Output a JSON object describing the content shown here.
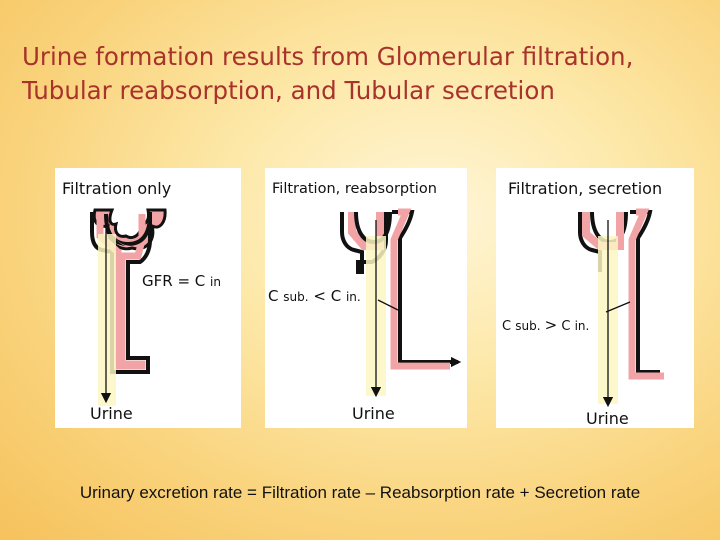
{
  "title_line1": "Urine formation results from Glomerular filtration,",
  "title_line2": "Tubular reabsorption, and Tubular secretion",
  "panels": [
    {
      "label": "Filtration only",
      "urine": "Urine",
      "annotation_main": "GFR = C",
      "annotation_sub": "in"
    },
    {
      "label": "Filtration, reabsorption",
      "urine": "Urine",
      "annotation_main": "C",
      "annotation_sub": "sub.",
      "annotation_rel": "<",
      "annotation_main2": "C",
      "annotation_sub2": "in."
    },
    {
      "label": "Filtration, secretion",
      "urine": "Urine",
      "annotation_main": "C",
      "annotation_sub": "sub.",
      "annotation_rel": ">",
      "annotation_main2": "C",
      "annotation_sub2": "in."
    }
  ],
  "equation": "Urinary excretion rate = Filtration rate – Reabsorption rate + Secretion rate",
  "colors": {
    "title": "#a8322c",
    "tubule_outline": "#111111",
    "tubule_fill": "#f2a3a6",
    "lumen": "#fdf6c3"
  }
}
